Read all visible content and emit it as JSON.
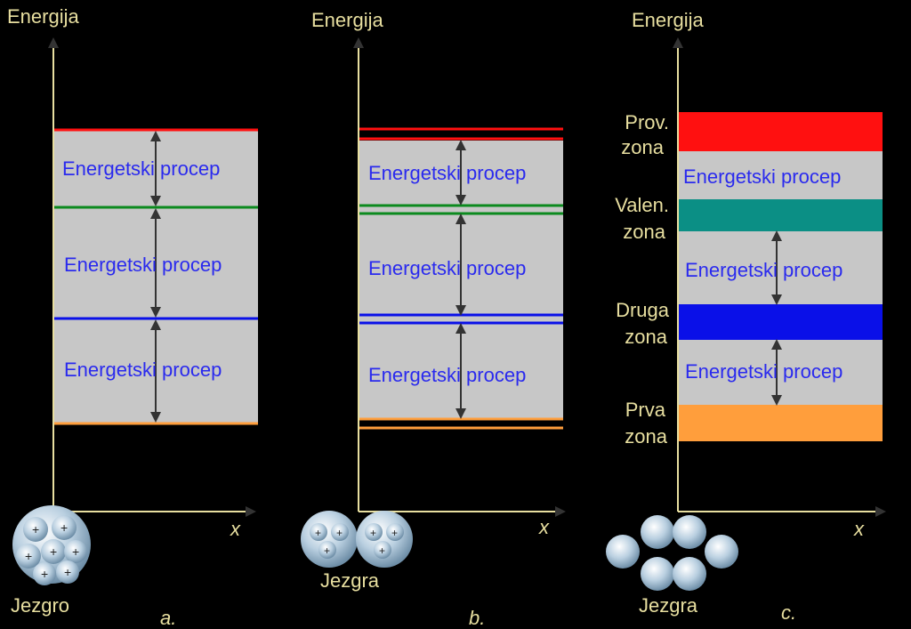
{
  "axis_y_label": "Energija",
  "axis_x_label": "x",
  "gap_label": "Energetski procep",
  "panels": [
    {
      "letter": "a.",
      "nucleus_label": "Jezgro"
    },
    {
      "letter": "b.",
      "nucleus_label": "Jezgra"
    },
    {
      "letter": "c.",
      "nucleus_label": "Jezgra"
    }
  ],
  "zone_labels": {
    "prov": [
      "Prov.",
      "zona"
    ],
    "valen": [
      "Valen.",
      "zona"
    ],
    "druga": [
      "Druga",
      "zona"
    ],
    "prva": [
      "Prva",
      "zona"
    ]
  },
  "colors": {
    "red": "#ff1010",
    "green": "#0b8a1e",
    "teal": "#0b8f85",
    "blue": "#0a10e8",
    "orange": "#ff9e3c",
    "gap_fill": "#c7c7c7",
    "axis": "#e8dfa0",
    "gap_text": "#2a2aee"
  }
}
